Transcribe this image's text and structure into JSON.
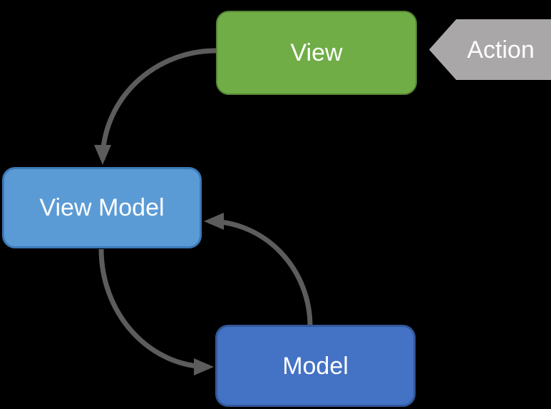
{
  "diagram": {
    "name": "MVVM pattern diagram",
    "background_color": "#000000",
    "arrow_color": "#5C5C5C",
    "nodes": [
      {
        "id": "view",
        "label": "View",
        "shape": "rounded-rect",
        "fill": "#70AD47",
        "border_color": "#568434",
        "text_color": "#FFFFFF"
      },
      {
        "id": "action",
        "label": "Action",
        "shape": "left-pointing-arrow",
        "fill": "#A9A7A7",
        "border_color": "#A9A7A7",
        "text_color": "#FFFFFF"
      },
      {
        "id": "view_model",
        "label": "View Model",
        "shape": "rounded-rect",
        "fill": "#5B9BD5",
        "border_color": "#3D79B8",
        "text_color": "#FFFFFF"
      },
      {
        "id": "model",
        "label": "Model",
        "shape": "rounded-rect",
        "fill": "#4472C4",
        "border_color": "#33589B",
        "text_color": "#FFFFFF"
      }
    ],
    "connectors": [
      {
        "from": "View",
        "to": "View Model",
        "style": "curved-arrow",
        "enters": "top of View Model"
      },
      {
        "from": "View Model",
        "to": "Model",
        "style": "curved-arrow",
        "enters": "left of Model"
      },
      {
        "from": "Model",
        "to": "View Model",
        "style": "curved-arrow",
        "enters": "right of View Model"
      },
      {
        "from": "Action",
        "to": "View",
        "style": "pentagon-shape-pointing-left"
      }
    ]
  }
}
